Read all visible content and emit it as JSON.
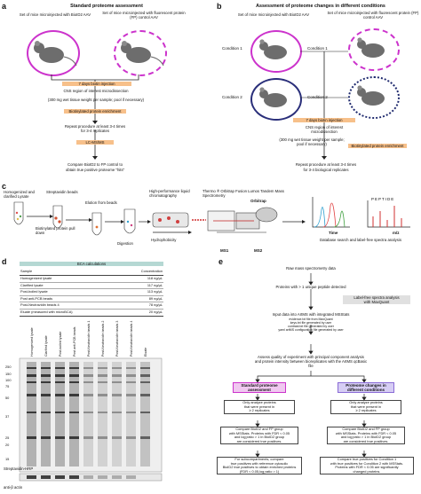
{
  "panel_a": {
    "letter": "a",
    "title": "Standard proteome assessment",
    "left_label": "Set of mice microinjected with BioID2 AAV",
    "right_label": "Set of mice microinjected with fluorescent protein (FP) control AAV",
    "step1": "7 days biotin injection",
    "step2a": "CNS region of interest microdissection",
    "step2b": "(300 mg wet tissue weight per sample; pool if necessary)",
    "step3": "Biotinylated protein enrichment",
    "step4a": "Repeat procedure at least 3-4 times",
    "step4b": "for 3-4 replicates",
    "step5": "LC-MS/MS",
    "step6a": "Compare BioID2 to FP control to",
    "step6b": "obtain true positive proteome \"hits\""
  },
  "panel_b": {
    "letter": "b",
    "title": "Assessment of proteome changes in different conditions",
    "left_label": "Set of mice microinjected with BioID2 AAV",
    "right_label": "Set of mice microinjected with fluorescent protein (FP) control AAV",
    "cond1": "Condition 1",
    "cond2a": "Condition 2",
    "cond1b": "Condition 1",
    "cond2b": "Condition 2",
    "step1": "7 days biotin injection",
    "step2a": "CNS region of interest",
    "step2b": "microdissection",
    "step2c": "(300 mg wet tissue weight per sample;",
    "step2d": "pool if necessary)",
    "step3": "Biotinylated protein enrichment",
    "step4a": "Repeat procedure at least 3-4 times",
    "step4b": "for 3-4 biological replicates"
  },
  "panel_c": {
    "letter": "c",
    "homog": "Homogenized and clarified Lysate",
    "strep": "Streptavidin beads",
    "pulldown": "Biotinylated protein pull down",
    "elution": "Elution from beads",
    "digestion": "Digestion",
    "hplc": "High-performance liquid chromatography",
    "hydro": "Hydrophobicity",
    "thermo": "Thermo ® Orbitrap Fusion Lumos Tandem Mass Spectrometry",
    "orbitrap": "Orbitrap",
    "ms1": "MS1",
    "ms2": "MS2",
    "time": "Time",
    "mz": "m/z",
    "peptide": "PEPTIDE",
    "db": "Database search and label-free spectra analysis"
  },
  "panel_d": {
    "letter": "d",
    "table_title": "BCA calculations",
    "col_sample": "Sample",
    "col_conc": "Concentration",
    "rows": [
      {
        "sample": "Homogenized lysate",
        "conc": "118 ng/µL"
      },
      {
        "sample": "Clarified lysate",
        "conc": "117 ng/µL"
      },
      {
        "sample": "Post-boiled lysate",
        "conc": "113 ng/µL"
      },
      {
        "sample": "Post anti-PCB beads",
        "conc": "89 ng/µL"
      },
      {
        "sample": "Post-Neutravidin beads 4",
        "conc": "78 ng/µL"
      },
      {
        "sample": "Eluate (measured with microBCA)",
        "conc": "20 ng/µL"
      }
    ],
    "lanes": [
      "Homogenized lysate",
      "Clarified lysate",
      "Post-boiled lysate",
      "Post anti-PCB beads",
      "Post-Neutravidin beads 1",
      "Post-Neutravidin beads 2",
      "Post-Neutravidin beads 3",
      "Post-Neutravidin beads 4",
      "Eluate"
    ],
    "markers": [
      "250",
      "150",
      "100",
      "75",
      "50",
      "37",
      "25",
      "20",
      "15"
    ],
    "blot_label": "Streptavidin-HRP",
    "actin_label": "anti-β actin"
  },
  "panel_e": {
    "letter": "e",
    "s1": "Raw mass spectrometry data",
    "s2": "Proteins with > 1 unique peptide detected",
    "s3a": "Label-free spectra analysis",
    "s3b": "with MaxQuant",
    "s4": "Input data into ArtMS with integrated MSStats",
    "s5a": "evidence.txt file from MaxQuant",
    "s5b": "keys.txt file generated by user",
    "s5c": "contrast.txt file generated by user",
    "s5d": "yaml artMS configuration file generated by user",
    "s6a": "Assess quality of experiment with principal component analysis",
    "s6b": "and protein intensity between bioreplicates with the ArtMS qcBasic",
    "s6c": "file",
    "left_title_a": "Standard proteome",
    "left_title_b": "assessment",
    "right_title_a": "Proteome changes in",
    "right_title_b": "different conditions",
    "l1a": "Only analyze proteins",
    "l1b": "that were present in",
    "l1c": "≥ 2 replicates",
    "l2a": "Compare BioID2 and FP group",
    "l2b": "with MSStats. Proteins with FDR < 0.05",
    "l2c": "and log₂ratio > 1 in BioID2 group",
    "l2d": "are considered true positives.",
    "l3a": "For subcompartments, compare",
    "l3b": "true positives with reference cytosolic",
    "l3c": "BioID2 true positives to obtain enriched proteins",
    "l3d": "(FDR < 0.05,log₂ratio > 1)",
    "r1a": "Only analyze proteins",
    "r1b": "that were present in",
    "r1c": "≥ 2 replicates",
    "r2a": "Compare BioID2 and FP group",
    "r2b": "with MSStats. Proteins with FDR < 0.05",
    "r2c": "and log₂ratio > 1 in BioID2 group",
    "r2d": "are considered true positives.",
    "r3a": "Compare true positives for Condition 1",
    "r3b": "with true positives for Condition 2 with MSStats.",
    "r3c": "Proteins with FDR < 0.05 are significantly",
    "r3d": "changed proteins."
  },
  "colors": {
    "magenta": "#cc33cc",
    "purple": "#8a6bd6",
    "orange": "#f7c08a",
    "navy": "#1f2a6e"
  }
}
